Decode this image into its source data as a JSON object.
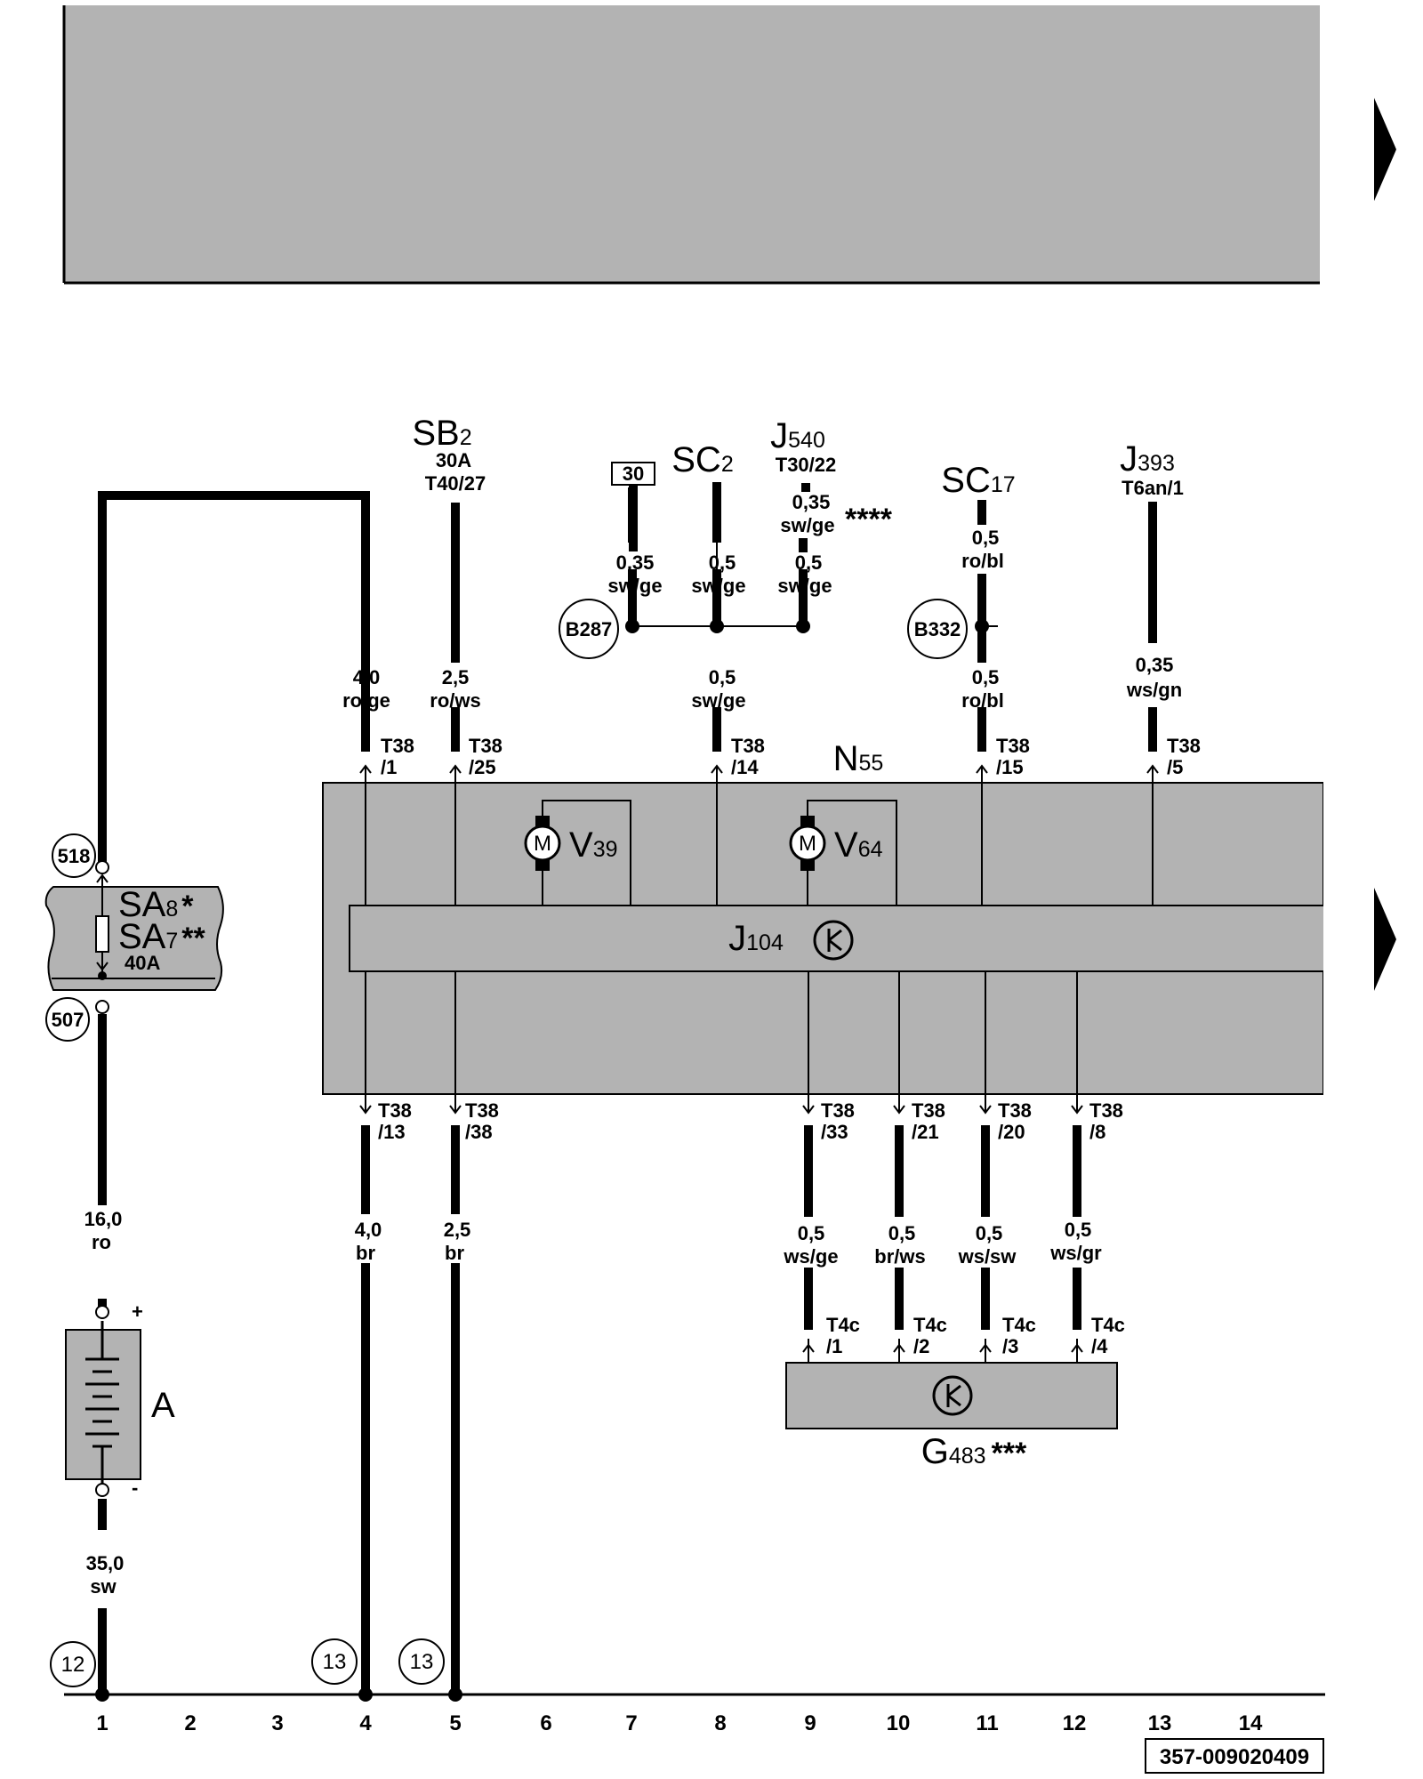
{
  "components": {
    "sb2": {
      "main": "SB",
      "sub": "2",
      "line1": "30A",
      "line2": "T40/27"
    },
    "sc2": {
      "main": "SC",
      "sub": "2"
    },
    "j540": {
      "main": "J",
      "sub": "540",
      "line1": "T30/22"
    },
    "sc17": {
      "main": "SC",
      "sub": "17"
    },
    "j393": {
      "main": "J",
      "sub": "393",
      "line1": "T6an/1"
    },
    "n55": {
      "main": "N",
      "sub": "55"
    },
    "v39": {
      "main": "V",
      "sub": "39",
      "motor_symbol": "M"
    },
    "v64": {
      "main": "V",
      "sub": "64",
      "motor_symbol": "M"
    },
    "j104": {
      "main": "J",
      "sub": "104"
    },
    "g483": {
      "main": "G",
      "sub": "483",
      "mark": "***"
    },
    "battery": {
      "label": "A",
      "plus": "+",
      "minus": "-"
    },
    "fuse": {
      "line1_main": "SA",
      "line1_sub": "8",
      "line1_mark": "*",
      "line2_main": "SA",
      "line2_sub": "7",
      "line2_mark": "**",
      "rating": "40A"
    },
    "terminal30": "30"
  },
  "wire_labels": {
    "w_4_0_rogs": [
      "4,0",
      "ro/ge"
    ],
    "w_2_5_rows": [
      "2,5",
      "ro/ws"
    ],
    "w_035_swge_b287": [
      "0,35",
      "sw/ge"
    ],
    "w_05_swge_sc2": [
      "0,5",
      "sw/ge"
    ],
    "w_05_swge_j540": [
      "0,5",
      "sw/ge"
    ],
    "w_035_swge_j540": [
      "0,35",
      "sw/ge"
    ],
    "w_j540_mark": "****",
    "w_05_swge_low": [
      "0,5",
      "sw/ge"
    ],
    "w_05_robl_top": [
      "0,5",
      "ro/bl"
    ],
    "w_05_robl_low": [
      "0,5",
      "ro/bl"
    ],
    "w_035_wsgn": [
      "0,35",
      "ws/gn"
    ],
    "w_16_ro": [
      "16,0",
      "ro"
    ],
    "w_35_sw": [
      "35,0",
      "sw"
    ],
    "w_4_0_br": [
      "4,0",
      "br"
    ],
    "w_2_5_br": [
      "2,5",
      "br"
    ],
    "w_05_wsge": [
      "0,5",
      "ws/ge"
    ],
    "w_05_brws": [
      "0,5",
      "br/ws"
    ],
    "w_05_wssw": [
      "0,5",
      "ws/sw"
    ],
    "w_05_wsgr": [
      "0,5",
      "ws/gr"
    ]
  },
  "connectors": {
    "t38_1": [
      "T38",
      "/1"
    ],
    "t38_25": [
      "T38",
      "/25"
    ],
    "t38_14": [
      "T38",
      "/14"
    ],
    "t38_15": [
      "T38",
      "/15"
    ],
    "t38_5": [
      "T38",
      "/5"
    ],
    "t38_13": [
      "T38",
      "/13"
    ],
    "t38_38": [
      "T38",
      "/38"
    ],
    "t38_33": [
      "T38",
      "/33"
    ],
    "t38_21": [
      "T38",
      "/21"
    ],
    "t38_20": [
      "T38",
      "/20"
    ],
    "t38_8": [
      "T38",
      "/8"
    ],
    "t4c_1": [
      "T4c",
      "/1"
    ],
    "t4c_2": [
      "T4c",
      "/2"
    ],
    "t4c_3": [
      "T4c",
      "/3"
    ],
    "t4c_4": [
      "T4c",
      "/4"
    ]
  },
  "ground_points": {
    "b287": "B287",
    "b332": "B332",
    "p518": "518",
    "p507": "507"
  },
  "earth_refs": [
    "12",
    "13",
    "13"
  ],
  "track_numbers": [
    "1",
    "2",
    "3",
    "4",
    "5",
    "6",
    "7",
    "8",
    "9",
    "10",
    "11",
    "12",
    "13",
    "14"
  ],
  "document_number": "357-009020409",
  "colors": {
    "housing": "#b3b3b3",
    "wire": "#000000",
    "background": "#ffffff"
  }
}
